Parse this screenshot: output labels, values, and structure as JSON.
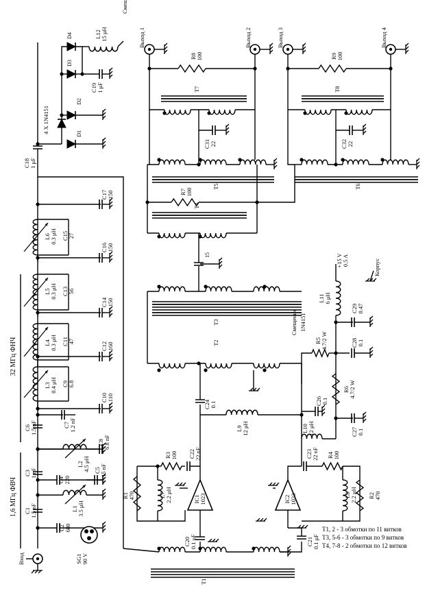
{
  "diagram": {
    "notes": [
      "T1, 2  - 3 обмотки по 11 витков",
      "T3, 5-6 - 3 обмотки по 9 витков",
      "T4, 7-8 - 2 обмотки по 12 витков"
    ],
    "bands": {
      "b1": "1,6 МГц ФВЧ",
      "b2": "32 МГц ФНЧ"
    },
    "io": {
      "input": "Вход",
      "out1": "Выход 1",
      "out2": "Выход 2",
      "out3": "Выход 3",
      "out4": "Выход 4",
      "bias_top": "Смещение",
      "bias_mid": "Смещение",
      "case": "Корпус",
      "supply": "+15 V\n0.5 A",
      "sg1": "SG1\n90 V",
      "diode_pack": "4 X 1N4151"
    },
    "parts": {
      "C1": "C1\n1.5 nF",
      "C2": "C2\n680",
      "C3": "C3\n1 nF",
      "C4": "C4\n220",
      "C5": "C5\n15 nF",
      "C6": "C6\n1.5 nF",
      "C7": "C7\n1.2 nF",
      "C8": "C8\n6.8 nF",
      "C9": "C9\n6.8",
      "C10": "C10\n110",
      "C11": "C11\n47",
      "C12": "C12\n160",
      "C13": "C13\n56",
      "C14": "C14\n150",
      "C15": "C15\n27",
      "C16": "C16\n150",
      "C17": "C17\n150",
      "C18": "C18\n1 μF",
      "C19": "C19\n1 μF",
      "C20": "C20\n0.1 μF",
      "C21": "C21\n0.1 μF",
      "C22": "C22\n22 nF",
      "C23": "C23\n22 nF",
      "C24": "C24\n0.1",
      "C26": "C26\n0.1",
      "C27": "C27\n0.1",
      "C28": "C28\n0.1",
      "C29": "C29\n0.47",
      "C31": "C31\n22",
      "C32": "C32\n22",
      "C_15": "15",
      "L1": "L1\n3.5 μH",
      "L2": "L2\n4.5 μH",
      "L3": "L3\n0.4 μH",
      "L4": "L4\n0.3 μH",
      "L5": "L5\n0.3 μH",
      "L6": "L6\n0.3 μH",
      "L7": "L7\n2.2 μH",
      "L8": "L8\n2.2 μH",
      "L9": "L9\n12 μH",
      "L10": "L10\n12 μH",
      "L11": "L11\n6 μH",
      "L12": "L12\n15 μH",
      "R1": "R1\n470",
      "R2": "R2\n470",
      "R3": "R3\n100",
      "R4": "R4\n100",
      "R5": "R5\n4.7/2 W",
      "R6": "R6\n4.7/2 W",
      "R7": "R7\n100",
      "R8": "R8\n100",
      "R9": "R9\n100",
      "D1": "D1",
      "D2": "D2",
      "D3": "D3",
      "D4": "D4",
      "IC1": "IC1\n1023",
      "IC2": "IC2\n1023",
      "T1": "T1",
      "T2": "T2",
      "T3": "T3",
      "T4": "T4",
      "T5": "T5",
      "T6": "T6",
      "T7": "T7",
      "T8": "T8",
      "IN4151": "1N4151"
    }
  }
}
